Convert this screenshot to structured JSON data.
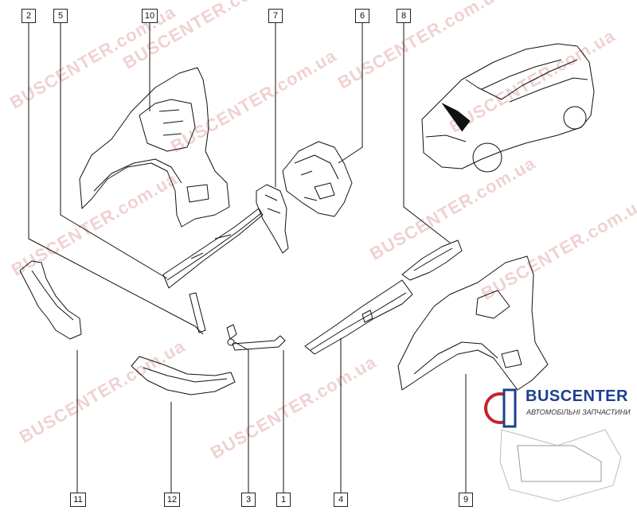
{
  "callouts": [
    "2",
    "5",
    "10",
    "7",
    "6",
    "8",
    "11",
    "12",
    "3",
    "1",
    "4",
    "9"
  ],
  "watermark": {
    "text": "BUSCENTER.com.ua",
    "color": "#c85a5a"
  },
  "logo": {
    "name": "BUSCENTER",
    "subtitle": "АВТОМОБІЛЬНІ ЗАПЧАСТИНИ",
    "accent": "#c0262c",
    "brand_color": "#1d3f8e"
  }
}
